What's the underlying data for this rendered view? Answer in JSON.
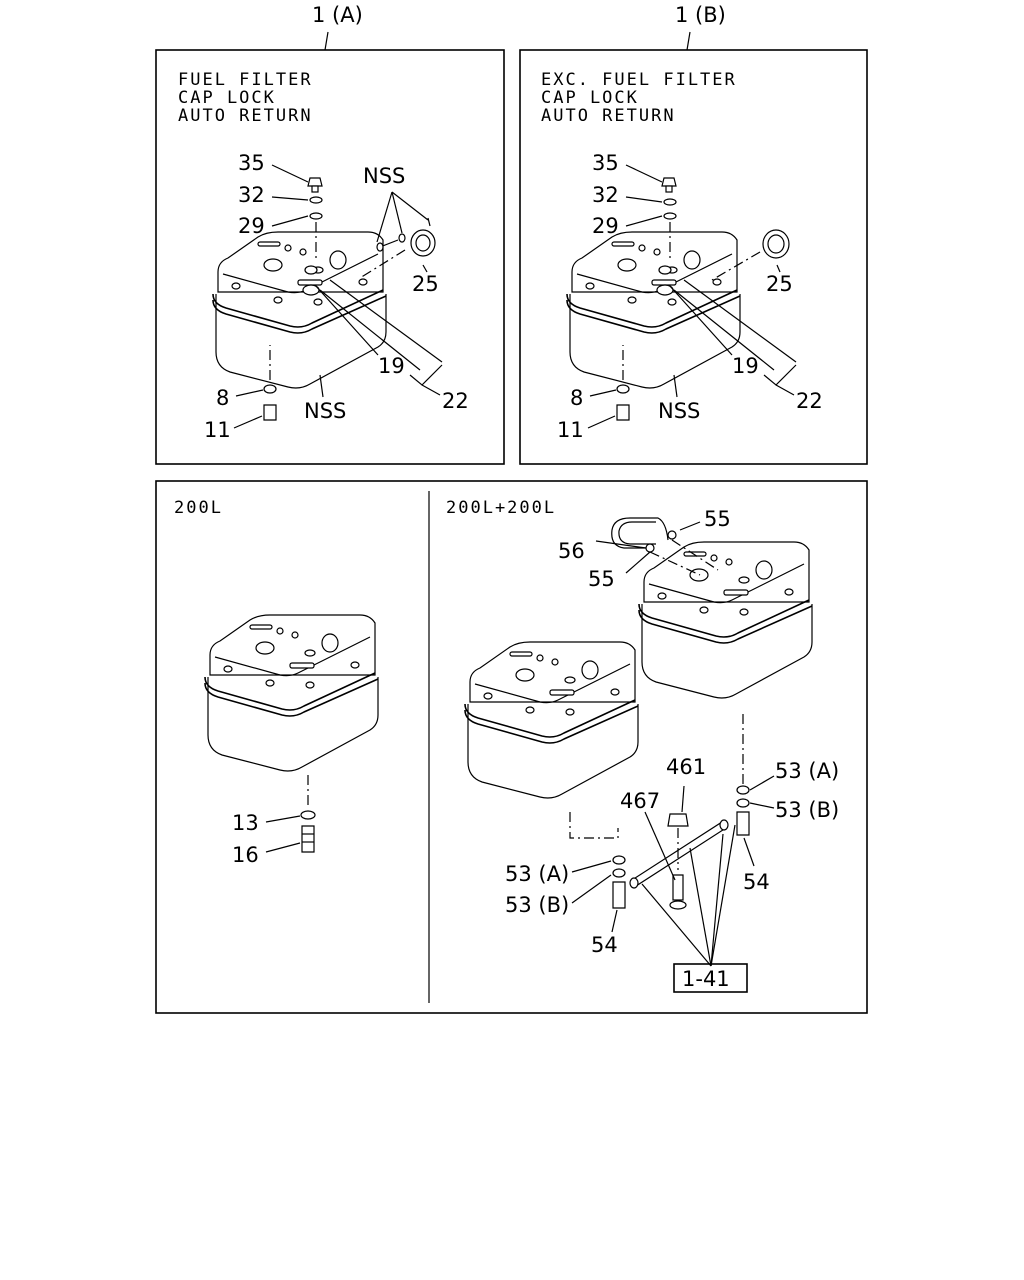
{
  "panel_a": {
    "header": "1 (A)",
    "notes": [
      "FUEL FILTER",
      "CAP LOCK",
      "AUTO RETURN"
    ],
    "callouts": {
      "c35": "35",
      "c32": "32",
      "c29": "29",
      "nss_top": "NSS",
      "c25": "25",
      "c19": "19",
      "c22": "22",
      "c8": "8",
      "nss_bottom": "NSS",
      "c11": "11"
    }
  },
  "panel_b": {
    "header": "1 (B)",
    "notes": [
      "EXC. FUEL FILTER",
      "CAP LOCK",
      "AUTO RETURN"
    ],
    "callouts": {
      "c35": "35",
      "c32": "32",
      "c29": "29",
      "c25": "25",
      "c19": "19",
      "c22": "22",
      "c8": "8",
      "nss_bottom": "NSS",
      "c11": "11"
    }
  },
  "panel_c": {
    "title": "200L",
    "callouts": {
      "c13": "13",
      "c16": "16"
    }
  },
  "panel_d": {
    "title": "200L+200L",
    "callouts": {
      "c55_top": "55",
      "c56": "56",
      "c55_mid": "55",
      "c461": "461",
      "c467": "467",
      "c53a_right": "53 (A)",
      "c53b_right": "53 (B)",
      "c54_right": "54",
      "c53a_left": "53 (A)",
      "c53b_left": "53 (B)",
      "c54_left": "54",
      "ref": "1-41"
    }
  }
}
